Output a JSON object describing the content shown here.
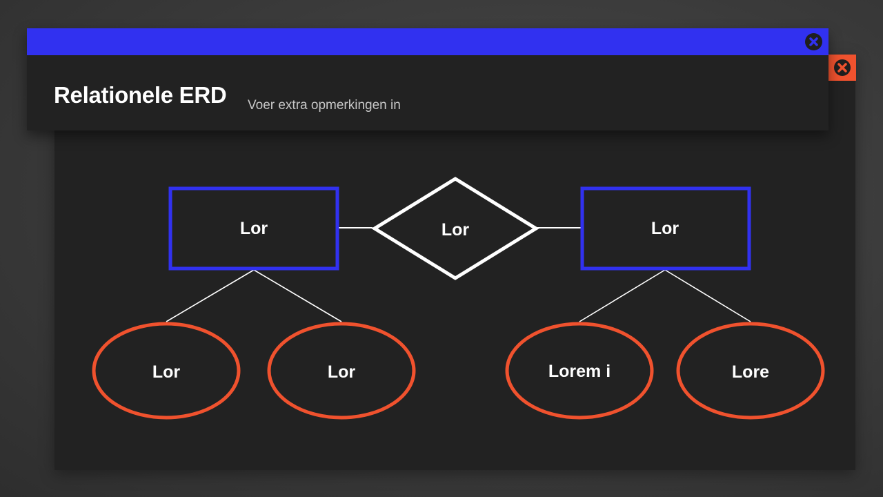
{
  "window": {
    "title": "Relationele ERD",
    "subtitle": "Voer extra opmerkingen in"
  },
  "icons": {
    "front_close": "close-circle-icon",
    "back_close": "close-circle-icon"
  },
  "colors": {
    "titlebar": "#3131f0",
    "entity_border": "#3131f0",
    "attribute_border": "#f0522e",
    "relationship_border": "#ffffff",
    "panel_background": "#222222"
  },
  "diagram": {
    "entities": [
      {
        "id": "entity-left",
        "label": "Lor"
      },
      {
        "id": "entity-right",
        "label": "Lor"
      }
    ],
    "relationship": {
      "label": "Lor"
    },
    "attributes": [
      {
        "id": "attr-1",
        "entity": "entity-left",
        "label": "Lor"
      },
      {
        "id": "attr-2",
        "entity": "entity-left",
        "label": "Lor"
      },
      {
        "id": "attr-3",
        "entity": "entity-right",
        "label": "Lorem i"
      },
      {
        "id": "attr-4",
        "entity": "entity-right",
        "label": "Lore"
      }
    ]
  }
}
